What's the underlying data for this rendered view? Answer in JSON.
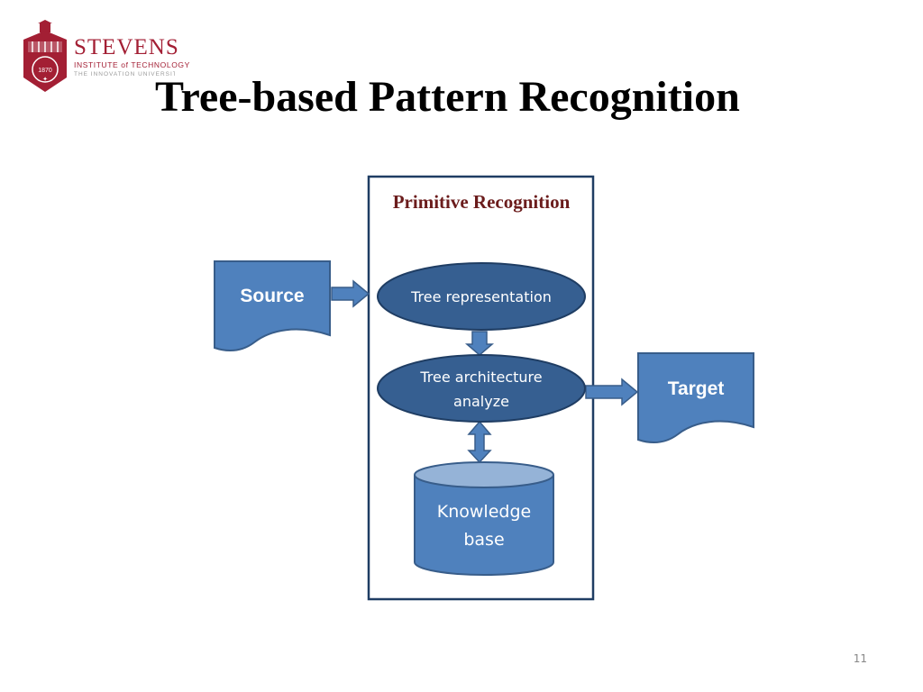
{
  "slide": {
    "title": "Tree-based Pattern Recognition",
    "page_number": "11"
  },
  "logo": {
    "name": "STEVENS",
    "subtitle": "INSTITUTE of TECHNOLOGY",
    "tagline": "THE INNOVATION UNIVERSITY",
    "seal_year": "1870",
    "brand_color": "#a31f34"
  },
  "diagram": {
    "box_title": "Primitive Recognition",
    "source": "Source",
    "target": "Target",
    "tree_representation": "Tree representation",
    "tree_architecture": "Tree architecture analyze",
    "knowledge_base": "Knowledge base",
    "colors": {
      "node_dark": "#365f91",
      "node_mid": "#4f81bd",
      "node_light": "#95b3d7",
      "outline": "#2a4d75",
      "box_title": "#6b1c1c"
    }
  }
}
